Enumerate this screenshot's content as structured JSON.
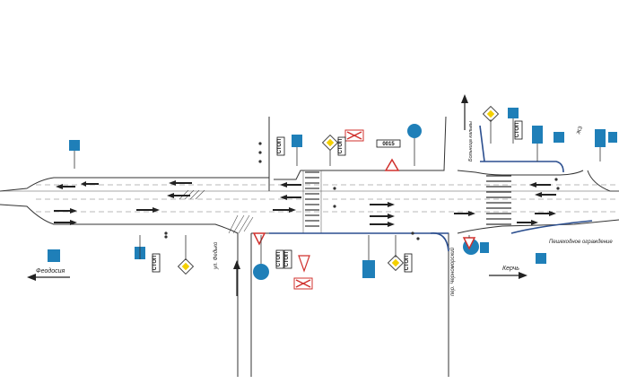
{
  "labels": {
    "feodosia": "Феодосия",
    "kerch": "Керчь",
    "fedko": "ул. Федько",
    "chernomorsky": "пер. Черноморский",
    "hospital": "Больница кальвы",
    "fence": "Пешеходное ограждение",
    "stop": "СТОП",
    "rail_code": "ЖЗ",
    "sign_code": "0015"
  },
  "colors": {
    "info_sign": "#1f7fb8",
    "prohibition": "#d0312d",
    "priority": "#f4d000",
    "fence": "#2c4f8f"
  }
}
